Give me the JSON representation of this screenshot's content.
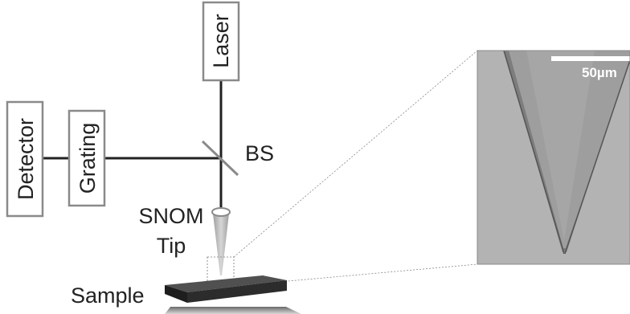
{
  "labels": {
    "laser": "Laser",
    "detector": "Detector",
    "grating": "Grating",
    "beam_splitter": "BS",
    "snom_line1": "SNOM",
    "snom_line2": "Tip",
    "sample": "Sample",
    "scale_bar": "50µm"
  },
  "colors": {
    "line": "#222222",
    "box_border": "#8a8a8a",
    "micrograph_bg": "#b3b3b3",
    "tip_fill": "#9a9a9a",
    "sample_top": "#505050"
  }
}
